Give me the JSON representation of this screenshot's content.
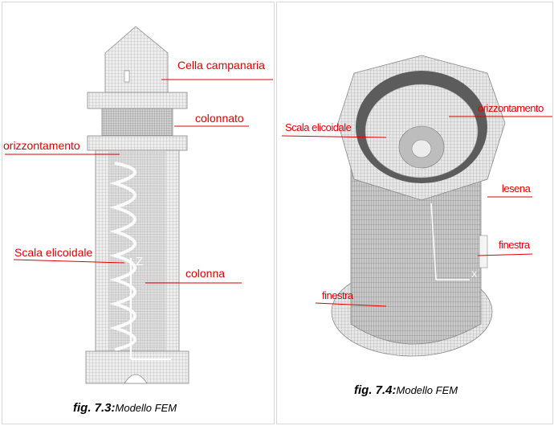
{
  "figure_left": {
    "labels": {
      "cella": "Cella campanaria",
      "colonnato": "colonnato",
      "orizzontamento": "orizzontamento",
      "scala": "Scala elicoidale",
      "colonna": "colonna",
      "axis_z": "Z"
    },
    "caption": {
      "number": "fig. 7.3:",
      "text": "Modello FEM"
    }
  },
  "figure_right": {
    "labels": {
      "orizzontamento": "orizzontamento",
      "scala": "Scala elicoidale",
      "lesena": "lesena",
      "finestra_right": "finestra",
      "finestra_left": "finestra",
      "axis_x": "X"
    },
    "caption": {
      "number": "fig. 7.4:",
      "text": "Modello FEM"
    }
  },
  "colors": {
    "label": "#e00000",
    "mesh": "#9a9a9a",
    "mesh_fill": "#e6e6e6"
  }
}
